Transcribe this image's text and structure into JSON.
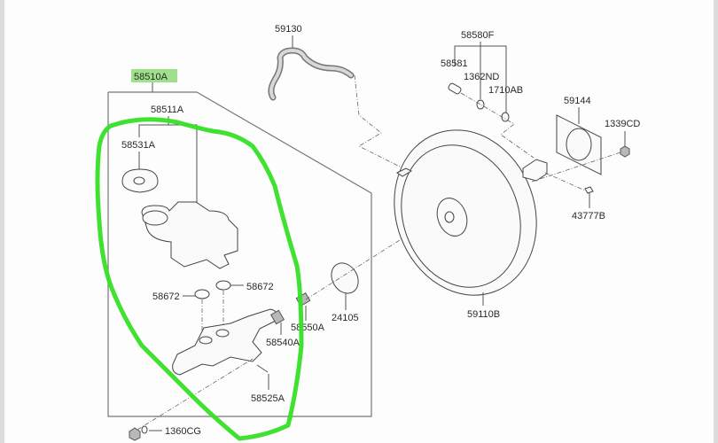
{
  "diagram": {
    "title_part": "58510A",
    "highlight_color": "#9fe08c",
    "annotation_color": "#36e026",
    "labels": {
      "assembly": "58510A",
      "reservoir": "58511A",
      "reservoir_cap": "58531A",
      "grommet_left": "58672",
      "grommet_right": "58672",
      "fitting_550": "58550A",
      "fitting_540": "58540A",
      "pin": "58525A",
      "nut_bottom": "1360CG",
      "o_ring": "24105",
      "vacuum_hose": "59130",
      "clevis_kit": "58580F",
      "clevis_pin": "58581",
      "washer": "1362ND",
      "clip": "1710AB",
      "gasket": "59144",
      "nut_right": "1339CD",
      "snap_pin": "43777B",
      "booster": "59110B"
    },
    "annotation": "hand-drawn green circle around master cylinder assembly"
  }
}
